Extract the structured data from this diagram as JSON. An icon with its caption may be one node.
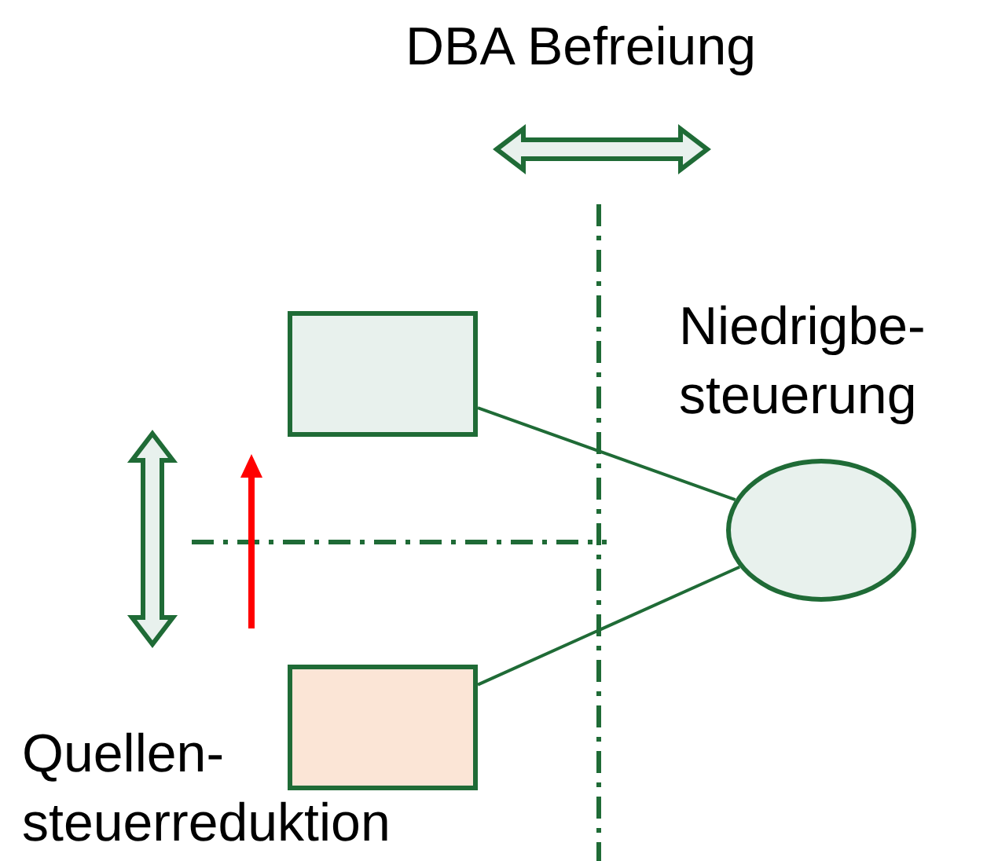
{
  "diagram": {
    "nodes": [
      {
        "text": [],
        "shape": "box"
      },
      {
        "text": [],
        "shape": "box",
        "beside": [
          "Quellen- steuerreduktion"
        ]
      },
      {
        "text": [],
        "shape": "ellipse",
        "beside": [
          "Niedrigbe- steuerung"
        ]
      }
    ],
    "edges": [
      {
        "from": 0,
        "to": 2,
        "arrow": "none"
      },
      {
        "from": 1,
        "to": 2,
        "arrow": "none"
      }
    ],
    "labels": [
      "DBA Befreiung"
    ]
  }
}
